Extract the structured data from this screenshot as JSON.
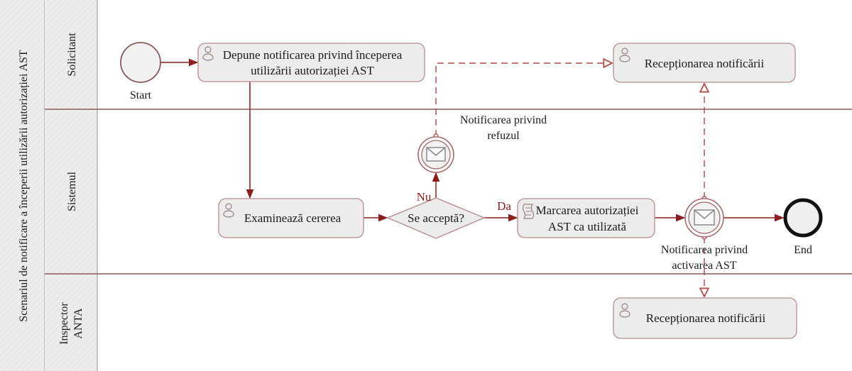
{
  "pool": {
    "title": "Scenariul de notificare a începerii utilizării autorizației AST"
  },
  "lanes": [
    {
      "id": "solicitant",
      "label_lines": [
        "Solicitant"
      ]
    },
    {
      "id": "sistemul",
      "label_lines": [
        "Sistemul"
      ]
    },
    {
      "id": "inspector",
      "label_lines": [
        "Inspector",
        "ANTA"
      ]
    }
  ],
  "events": {
    "start": {
      "label": "Start",
      "type": "start"
    },
    "end": {
      "label": "End",
      "type": "end"
    },
    "refusal_notification": {
      "type": "intermediate-message-throw",
      "label_lines": [
        "Notificarea privind",
        "refuzul"
      ],
      "icon": "envelope-icon"
    },
    "activation_notification": {
      "type": "intermediate-message-throw",
      "label_lines": [
        "Notificarea privind",
        "activarea AST"
      ],
      "icon": "envelope-icon"
    }
  },
  "tasks": {
    "submit_notification": {
      "type": "user-task",
      "icon": "user-icon",
      "label_lines": [
        "Depune notificarea privind începerea",
        "utilizării autorizației AST"
      ]
    },
    "examine_request": {
      "type": "user-task",
      "icon": "user-icon",
      "label_lines": [
        "Examinează cererea"
      ]
    },
    "mark_authorization": {
      "type": "script-task",
      "icon": "script-icon",
      "label_lines": [
        "Marcarea autorizației",
        "AST ca utilizată"
      ]
    },
    "receive_solicitant": {
      "type": "user-task",
      "icon": "user-icon",
      "label_lines": [
        "Recepționarea notificării"
      ]
    },
    "receive_inspector": {
      "type": "user-task",
      "icon": "user-icon",
      "label_lines": [
        "Recepționarea notificării"
      ]
    }
  },
  "gateway": {
    "label": "Se acceptă?",
    "branches": {
      "no": "Nu",
      "yes": "Da"
    }
  },
  "colors": {
    "sequence_flow": "#8b1e1e",
    "message_flow": "#b04848",
    "lane_border": "#8a5a5a",
    "task_fill": "#ececec",
    "header_fill": "#ececec"
  }
}
